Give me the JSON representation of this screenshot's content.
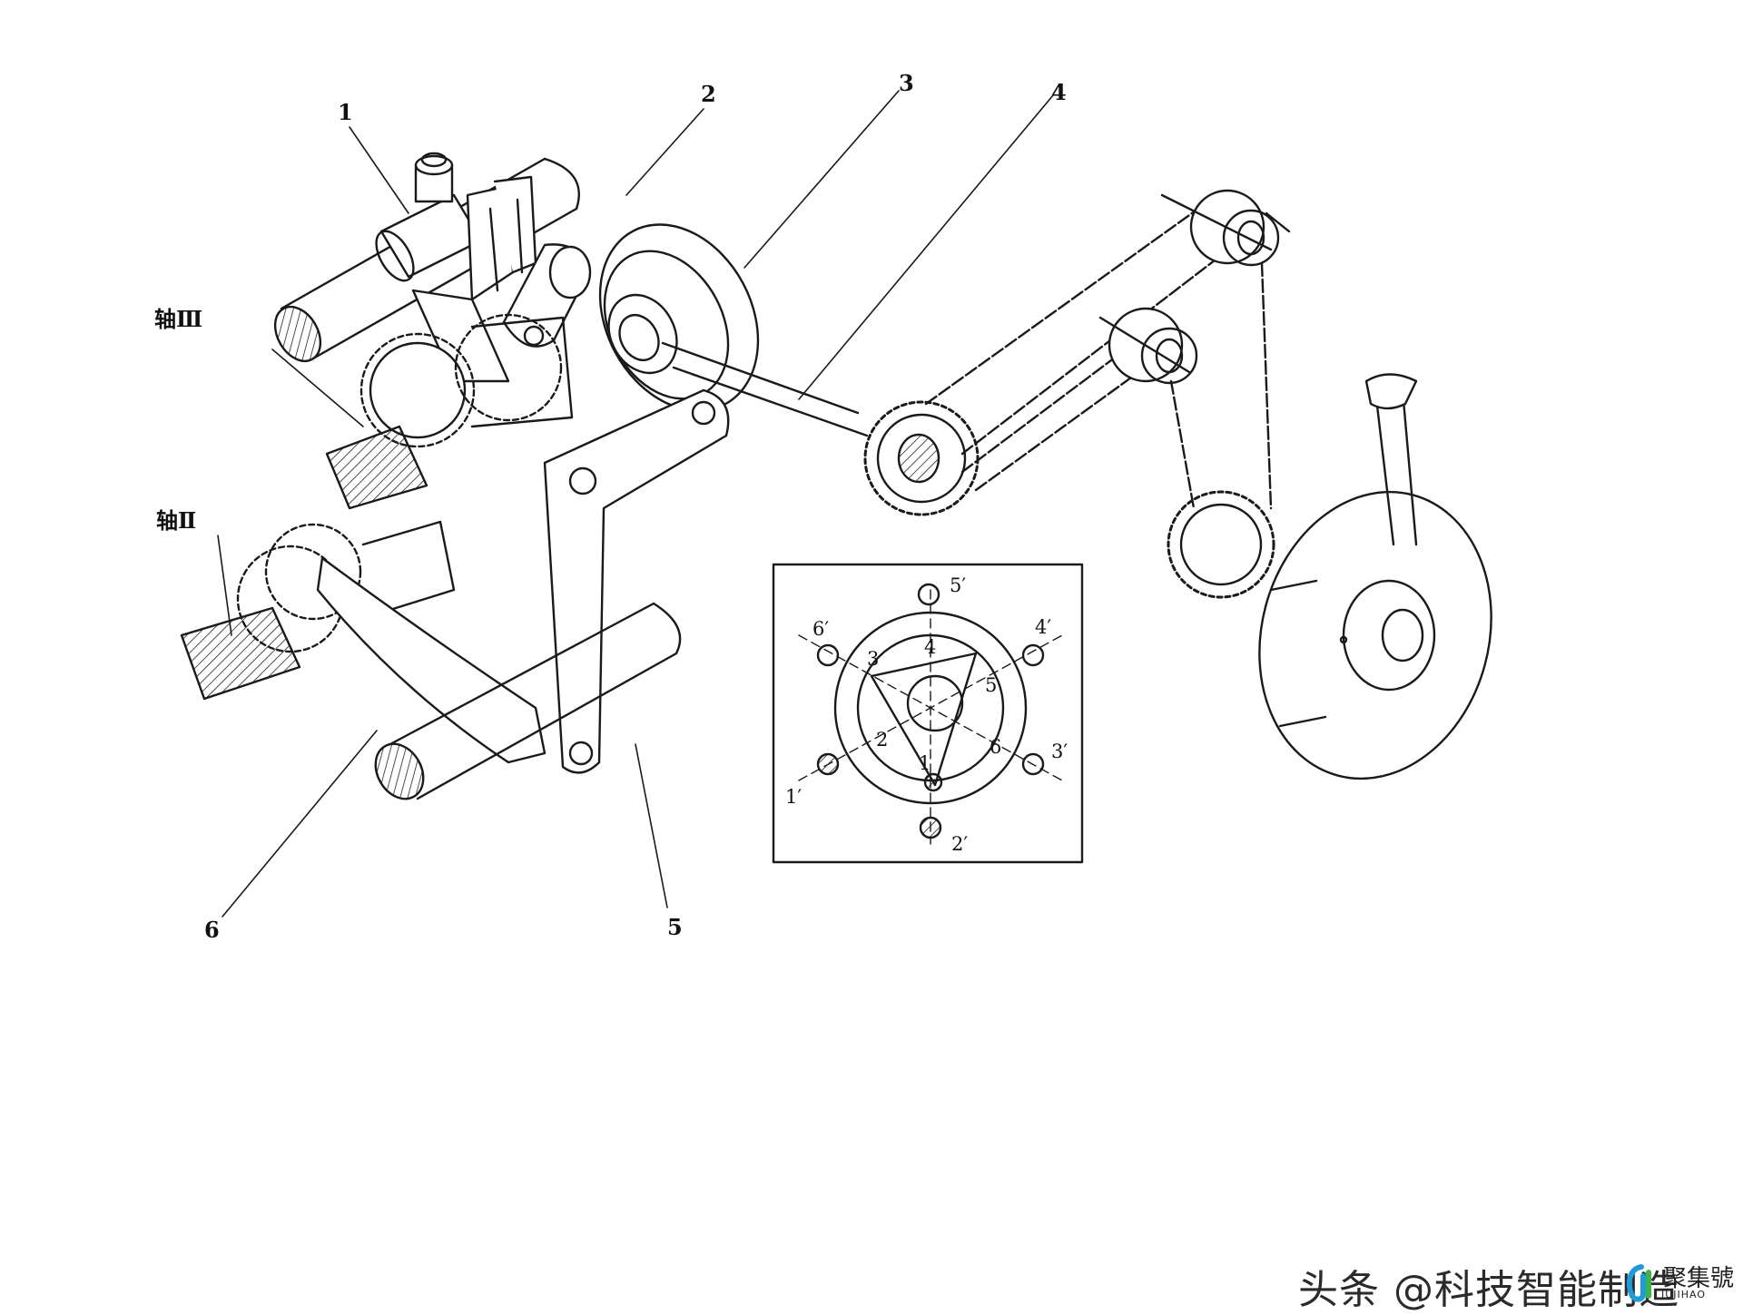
{
  "labels": {
    "l1": "1",
    "l2": "2",
    "l3": "3",
    "l4": "4",
    "l5": "5",
    "l6": "6",
    "shaft3": "轴Ⅲ",
    "shaft2": "轴Ⅱ"
  },
  "inset": {
    "inner": [
      "1",
      "2",
      "3",
      "4",
      "5",
      "6"
    ],
    "outer": [
      "1′",
      "2′",
      "3′",
      "4′",
      "5′",
      "6′"
    ]
  },
  "watermark": {
    "text": "头条 @科技智能制造",
    "logo_cn": "聚集號",
    "logo_en": "JUJIHAO",
    "logo_colors": [
      "#1f9bd7",
      "#3cb44b"
    ]
  }
}
